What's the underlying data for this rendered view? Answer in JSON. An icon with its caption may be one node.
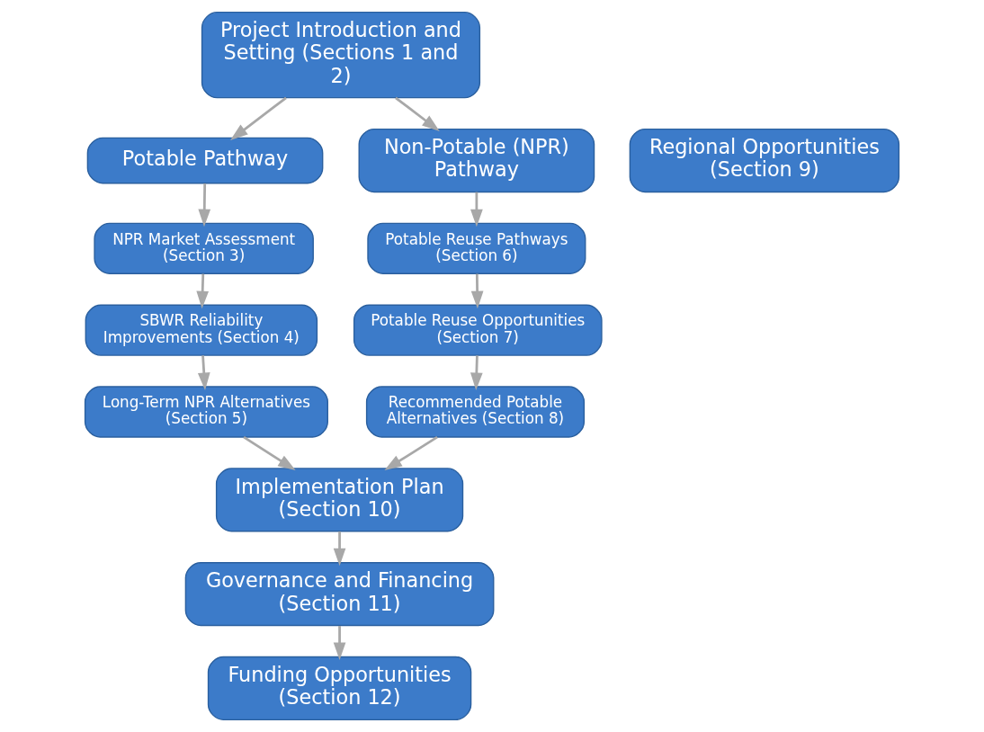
{
  "diagram": {
    "nodes": [
      {
        "text": [
          "Project Introduction and Setting (Sections 1 and 2)"
        ]
      },
      {
        "text": [
          "Potable Pathway"
        ]
      },
      {
        "text": [
          "Non-Potable (NPR) Pathway"
        ]
      },
      {
        "text": [
          "Regional Opportunities (Section 9)"
        ]
      },
      {
        "text": [
          "NPR Market Assessment (Section 3)"
        ]
      },
      {
        "text": [
          "SBWR Reliability Improvements (Section 4)"
        ]
      },
      {
        "text": [
          "Long-Term NPR Alternatives (Section 5)"
        ]
      },
      {
        "text": [
          "Potable Reuse Pathways (Section 6)"
        ]
      },
      {
        "text": [
          "Potable Reuse Opportunities (Section 7)"
        ]
      },
      {
        "text": [
          "Recommended Potable Alternatives (Section 8)"
        ]
      },
      {
        "text": [
          "Implementation Plan (Section 10)"
        ]
      },
      {
        "text": [
          "Governance and Financing (Section 11)"
        ]
      },
      {
        "text": [
          "Funding Opportunities (Section 12)"
        ]
      }
    ],
    "edges": [
      {
        "from": 0,
        "to": 1,
        "arrow": "to"
      },
      {
        "from": 0,
        "to": 2,
        "arrow": "to"
      },
      {
        "from": 1,
        "to": 4,
        "arrow": "to"
      },
      {
        "from": 4,
        "to": 5,
        "arrow": "to"
      },
      {
        "from": 5,
        "to": 6,
        "arrow": "to"
      },
      {
        "from": 2,
        "to": 7,
        "arrow": "to"
      },
      {
        "from": 7,
        "to": 8,
        "arrow": "to"
      },
      {
        "from": 8,
        "to": 9,
        "arrow": "to"
      },
      {
        "from": 6,
        "to": 10,
        "arrow": "to"
      },
      {
        "from": 9,
        "to": 10,
        "arrow": "to"
      },
      {
        "from": 10,
        "to": 11,
        "arrow": "to"
      },
      {
        "from": 11,
        "to": 12,
        "arrow": "to"
      }
    ]
  }
}
